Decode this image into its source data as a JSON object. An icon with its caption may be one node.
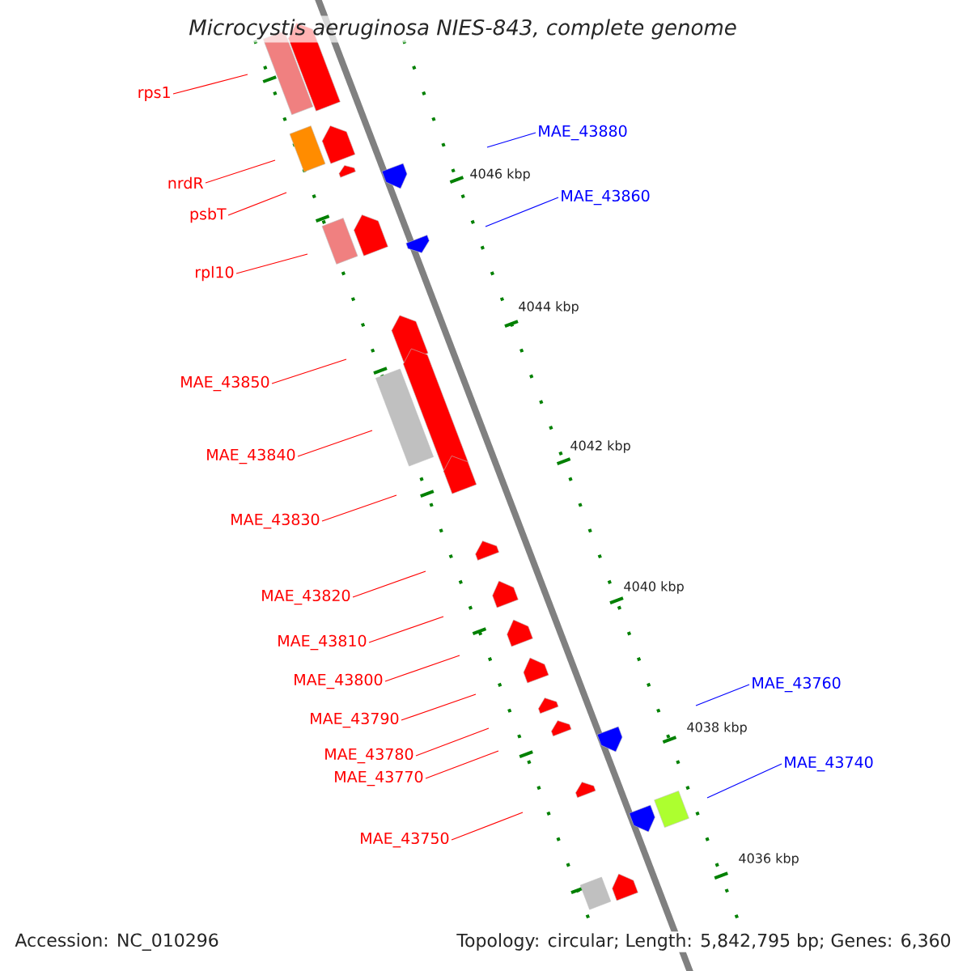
{
  "diagram": {
    "title": "Microcystis aeruginosa NIES-843, complete genome",
    "nodes": [
      {
        "text": [
          "rps1"
        ]
      },
      {
        "text": [
          "MAE_43880"
        ]
      },
      {
        "text": [
          "nrdR"
        ]
      },
      {
        "text": [
          "MAE_43860"
        ]
      },
      {
        "text": [
          "psbT"
        ]
      },
      {
        "text": [
          "rpl10"
        ]
      },
      {
        "text": [
          "MAE_43850"
        ]
      },
      {
        "text": [
          "MAE_43840"
        ]
      },
      {
        "text": [
          "MAE_43830"
        ]
      },
      {
        "text": [
          "MAE_43820"
        ]
      },
      {
        "text": [
          "MAE_43810"
        ]
      },
      {
        "text": [
          "MAE_43800"
        ]
      },
      {
        "text": [
          "MAE_43760"
        ]
      },
      {
        "text": [
          "MAE_43790"
        ]
      },
      {
        "text": [
          "MAE_43780"
        ]
      },
      {
        "text": [
          "MAE_43740"
        ]
      },
      {
        "text": [
          "MAE_43770"
        ]
      },
      {
        "text": [
          "MAE_43750"
        ]
      }
    ],
    "edges": [
      {
        "from": 0,
        "to": null,
        "arrow": "none"
      },
      {
        "from": 1,
        "to": null,
        "arrow": "none",
        "color": "#0000ff"
      },
      {
        "from": 2,
        "to": null,
        "arrow": "none"
      },
      {
        "from": 3,
        "to": null,
        "arrow": "none",
        "color": "#0000ff"
      },
      {
        "from": 4,
        "to": null,
        "arrow": "none"
      },
      {
        "from": 5,
        "to": null,
        "arrow": "none"
      },
      {
        "from": 6,
        "to": null,
        "arrow": "none"
      },
      {
        "from": 7,
        "to": null,
        "arrow": "none"
      },
      {
        "from": 8,
        "to": null,
        "arrow": "none"
      },
      {
        "from": 9,
        "to": null,
        "arrow": "none"
      },
      {
        "from": 10,
        "to": null,
        "arrow": "none"
      },
      {
        "from": 11,
        "to": null,
        "arrow": "none"
      },
      {
        "from": 12,
        "to": null,
        "arrow": "none",
        "color": "#0000ff"
      },
      {
        "from": 13,
        "to": null,
        "arrow": "none"
      },
      {
        "from": 14,
        "to": null,
        "arrow": "none"
      },
      {
        "from": 15,
        "to": null,
        "arrow": "none",
        "color": "#0000ff"
      },
      {
        "from": 16,
        "to": null,
        "arrow": "none"
      },
      {
        "from": 17,
        "to": null,
        "arrow": "none"
      }
    ],
    "labels": [
      "4046 kbp",
      "4044 kbp",
      "4042 kbp",
      "4040 kbp",
      "4038 kbp",
      "4036 kbp",
      "Accession: NC_010296",
      "Topology: circular; Length: 5,842,795 bp; Genes: 6,360"
    ]
  }
}
